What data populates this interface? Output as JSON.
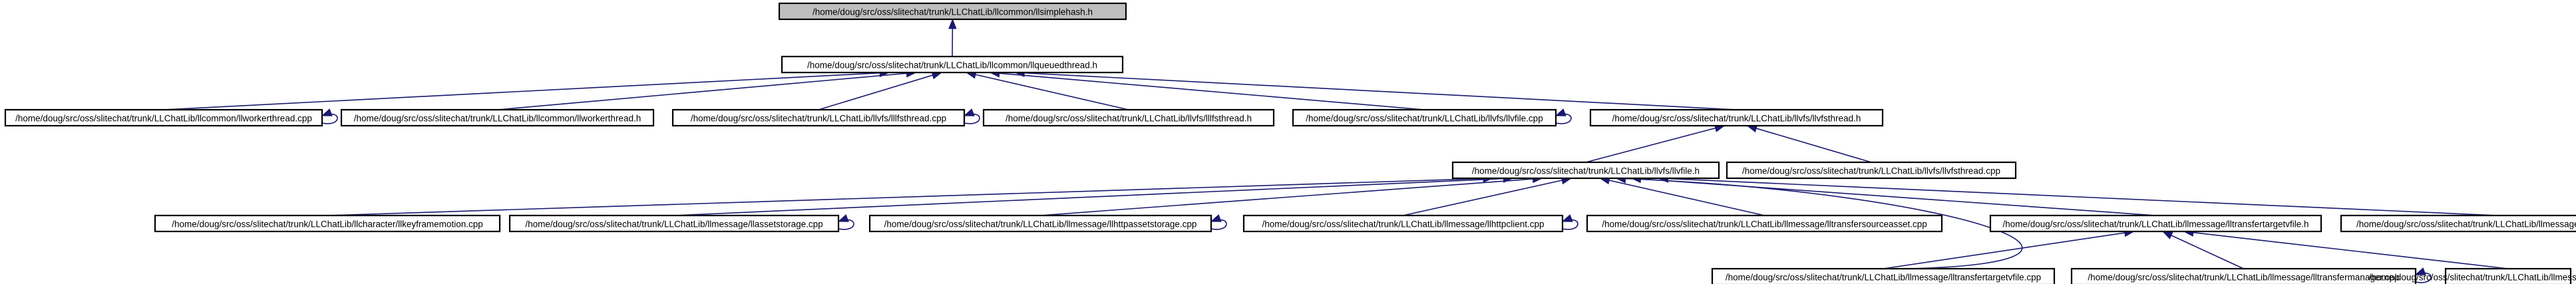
{
  "diagram": {
    "nodes": [
      {
        "id": "n0",
        "label": "/home/doug/src/oss/slitechat/trunk/LLChatLib/llcommon/llsimplehash.h",
        "root": true
      },
      {
        "id": "n1",
        "label": "/home/doug/src/oss/slitechat/trunk/LLChatLib/llcommon/llqueuedthread.h"
      },
      {
        "id": "n2",
        "label": "/home/doug/src/oss/slitechat/trunk/LLChatLib/llcommon/llworkerthread.cpp"
      },
      {
        "id": "n3",
        "label": "/home/doug/src/oss/slitechat/trunk/LLChatLib/llcommon/llworkerthread.h"
      },
      {
        "id": "n4",
        "label": "/home/doug/src/oss/slitechat/trunk/LLChatLib/llvfs/lllfsthread.cpp"
      },
      {
        "id": "n5",
        "label": "/home/doug/src/oss/slitechat/trunk/LLChatLib/llvfs/lllfsthread.h"
      },
      {
        "id": "n6",
        "label": "/home/doug/src/oss/slitechat/trunk/LLChatLib/llvfs/llvfile.cpp"
      },
      {
        "id": "n7",
        "label": "/home/doug/src/oss/slitechat/trunk/LLChatLib/llvfs/llvfsthread.h"
      },
      {
        "id": "n8",
        "label": "/home/doug/src/oss/slitechat/trunk/LLChatLib/llvfs/llvfile.h"
      },
      {
        "id": "n9",
        "label": "/home/doug/src/oss/slitechat/trunk/LLChatLib/llvfs/llvfsthread.cpp"
      },
      {
        "id": "n10",
        "label": "/home/doug/src/oss/slitechat/trunk/LLChatLib/llcharacter/llkeyframemotion.cpp"
      },
      {
        "id": "n11",
        "label": "/home/doug/src/oss/slitechat/trunk/LLChatLib/llmessage/llassetstorage.cpp"
      },
      {
        "id": "n12",
        "label": "/home/doug/src/oss/slitechat/trunk/LLChatLib/llmessage/llhttpassetstorage.cpp"
      },
      {
        "id": "n13",
        "label": "/home/doug/src/oss/slitechat/trunk/LLChatLib/llmessage/llhttpclient.cpp"
      },
      {
        "id": "n14",
        "label": "/home/doug/src/oss/slitechat/trunk/LLChatLib/llmessage/lltransfersourceasset.cpp"
      },
      {
        "id": "n15",
        "label": "/home/doug/src/oss/slitechat/trunk/LLChatLib/llmessage/lltransfertargetvfile.h"
      },
      {
        "id": "n16",
        "label": "/home/doug/src/oss/slitechat/trunk/LLChatLib/llmessage/llxfer_vfile.cpp"
      },
      {
        "id": "n17",
        "label": "/home/doug/src/oss/slitechat/trunk/LLChatLib/llmessage/lltransfertargetvfile.cpp"
      },
      {
        "id": "n18",
        "label": "/home/doug/src/oss/slitechat/trunk/LLChatLib/llmessage/lltransfermanager.cpp"
      },
      {
        "id": "n19",
        "label": "/home/doug/src/oss/slitechat/trunk/LLChatLib/llmessage/message.cpp"
      }
    ],
    "edges": [
      {
        "from": "n1",
        "to": "n0"
      },
      {
        "from": "n2",
        "to": "n1"
      },
      {
        "from": "n3",
        "to": "n1"
      },
      {
        "from": "n4",
        "to": "n1"
      },
      {
        "from": "n5",
        "to": "n1"
      },
      {
        "from": "n6",
        "to": "n1"
      },
      {
        "from": "n7",
        "to": "n1"
      },
      {
        "from": "n8",
        "to": "n7"
      },
      {
        "from": "n9",
        "to": "n7"
      },
      {
        "from": "n10",
        "to": "n8"
      },
      {
        "from": "n11",
        "to": "n8"
      },
      {
        "from": "n12",
        "to": "n8"
      },
      {
        "from": "n13",
        "to": "n8"
      },
      {
        "from": "n14",
        "to": "n8"
      },
      {
        "from": "n15",
        "to": "n8"
      },
      {
        "from": "n16",
        "to": "n8"
      },
      {
        "from": "n17",
        "to": "n8"
      },
      {
        "from": "n17",
        "to": "n15"
      },
      {
        "from": "n18",
        "to": "n15"
      },
      {
        "from": "n19",
        "to": "n15"
      },
      {
        "from": "n2",
        "to": "n2",
        "self": true
      },
      {
        "from": "n4",
        "to": "n4",
        "self": true
      },
      {
        "from": "n6",
        "to": "n6",
        "self": true
      },
      {
        "from": "n11",
        "to": "n11",
        "self": true
      },
      {
        "from": "n12",
        "to": "n12",
        "self": true
      },
      {
        "from": "n13",
        "to": "n13",
        "self": true
      },
      {
        "from": "n16",
        "to": "n16",
        "self": true
      },
      {
        "from": "n18",
        "to": "n18",
        "self": true
      }
    ]
  },
  "colors": {
    "edge": "#191970",
    "root_fill": "#bfbfbf",
    "node_fill": "#ffffff",
    "node_border": "#000000"
  }
}
